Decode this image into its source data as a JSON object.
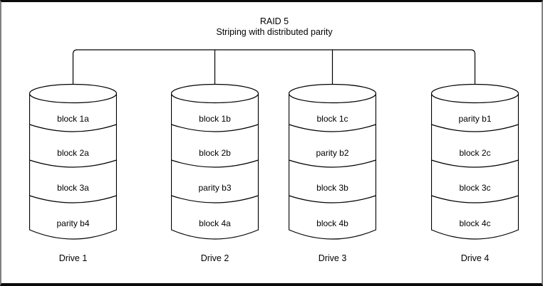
{
  "title": "RAID 5",
  "subtitle": "Striping with distributed parity",
  "drives": [
    {
      "name": "Drive 1",
      "blocks": [
        "block 1a",
        "block 2a",
        "block 3a",
        "parity b4"
      ]
    },
    {
      "name": "Drive 2",
      "blocks": [
        "block 1b",
        "block 2b",
        "parity b3",
        "block 4a"
      ]
    },
    {
      "name": "Drive 3",
      "blocks": [
        "block 1c",
        "parity b2",
        "block 3b",
        "block 4b"
      ]
    },
    {
      "name": "Drive 4",
      "blocks": [
        "parity b1",
        "block 2c",
        "block 3c",
        "block 4c"
      ]
    }
  ],
  "colors": {
    "stroke": "#000000",
    "background": "#ffffff",
    "frame_side": "#818181"
  }
}
